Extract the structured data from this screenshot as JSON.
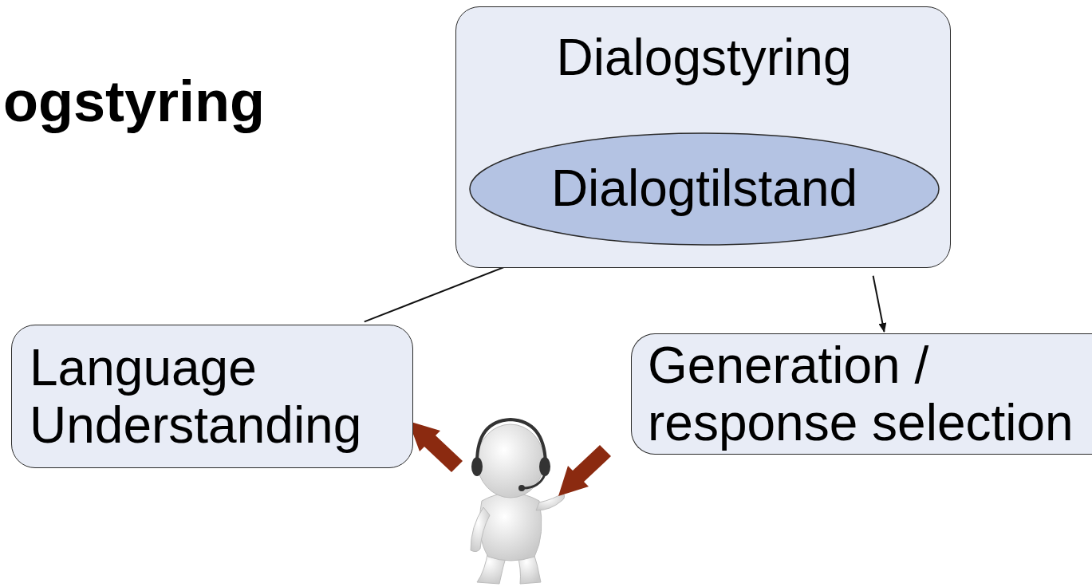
{
  "diagram": {
    "title": "ogstyring",
    "nodes": [
      {
        "text": [
          "Dialogstyring"
        ]
      },
      {
        "text": [
          "Dialogtilstand"
        ],
        "in": 0
      },
      {
        "text": [
          "Language Understanding"
        ]
      },
      {
        "text": [
          "Generation / response selection"
        ]
      }
    ],
    "edges": [
      {
        "from": 2,
        "to": 1,
        "arrow": "to"
      },
      {
        "from": 0,
        "to": 3,
        "arrow": "to"
      }
    ]
  }
}
